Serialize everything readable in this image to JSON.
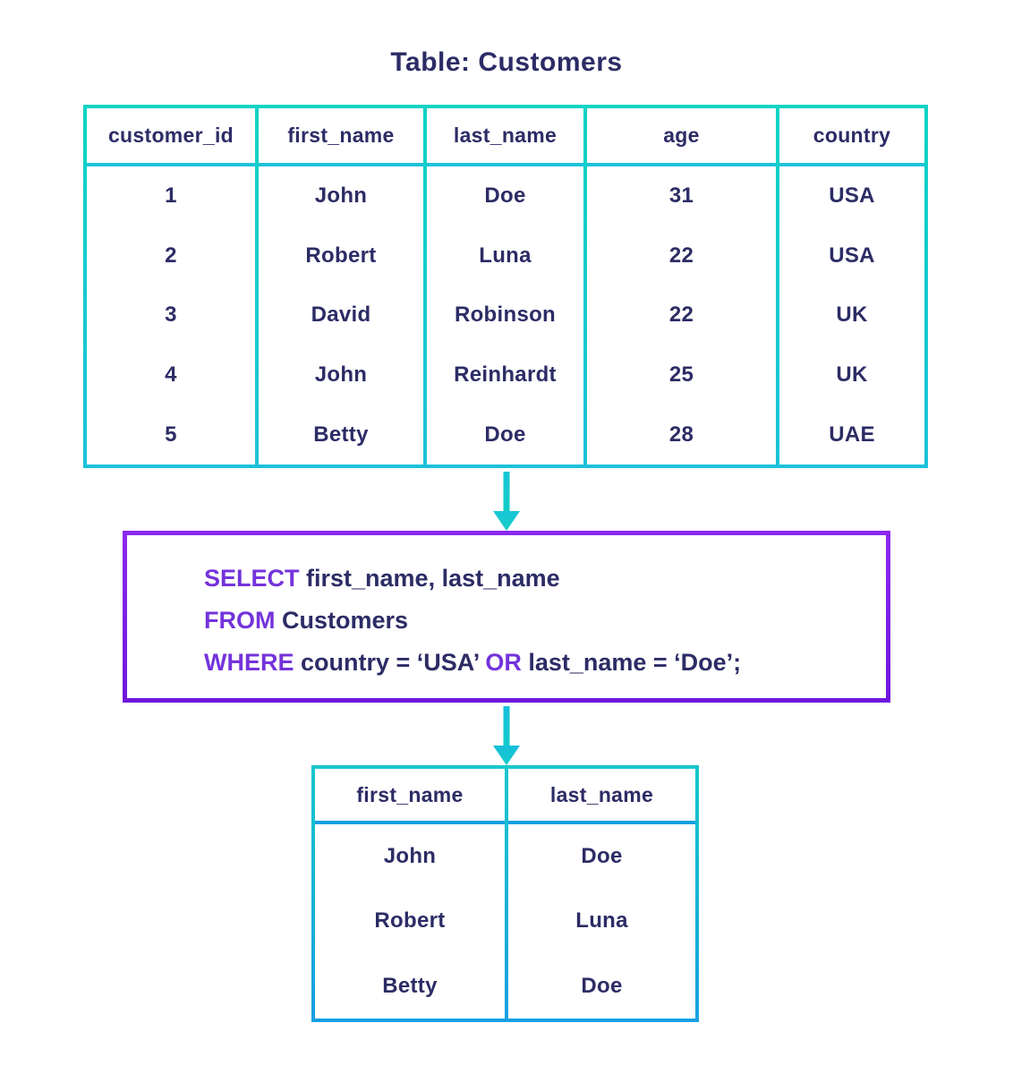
{
  "title": "Table: Customers",
  "source_table": {
    "columns": [
      "customer_id",
      "first_name",
      "last_name",
      "age",
      "country"
    ],
    "rows": [
      [
        "1",
        "John",
        "Doe",
        "31",
        "USA"
      ],
      [
        "2",
        "Robert",
        "Luna",
        "22",
        "USA"
      ],
      [
        "3",
        "David",
        "Robinson",
        "22",
        "UK"
      ],
      [
        "4",
        "John",
        "Reinhardt",
        "25",
        "UK"
      ],
      [
        "5",
        "Betty",
        "Doe",
        "28",
        "UAE"
      ]
    ]
  },
  "query": {
    "line1": {
      "keyword": "SELECT",
      "rest": " first_name, last_name"
    },
    "line2": {
      "keyword": "FROM",
      "rest": " Customers"
    },
    "line3": {
      "keyword1": "WHERE",
      "middle": " country = ‘USA’ ",
      "keyword2": "OR",
      "rest": " last_name = ‘Doe’;"
    }
  },
  "result_table": {
    "columns": [
      "first_name",
      "last_name"
    ],
    "rows": [
      [
        "John",
        "Doe"
      ],
      [
        "Robert",
        "Luna"
      ],
      [
        "Betty",
        "Doe"
      ]
    ]
  },
  "colors": {
    "navy": "#2c2c66",
    "teal-top": "#0ed3c4",
    "teal-bottom": "#1cc2da",
    "result-teal-top": "#17c7cd",
    "result-teal-bottom": "#17a0e2",
    "arrow-top": "#18c5d6",
    "arrow-bottom": "#13cec4",
    "purple-top": "#8a28ee",
    "purple-bottom": "#7017dd",
    "keyword-purple": "#7433db"
  }
}
